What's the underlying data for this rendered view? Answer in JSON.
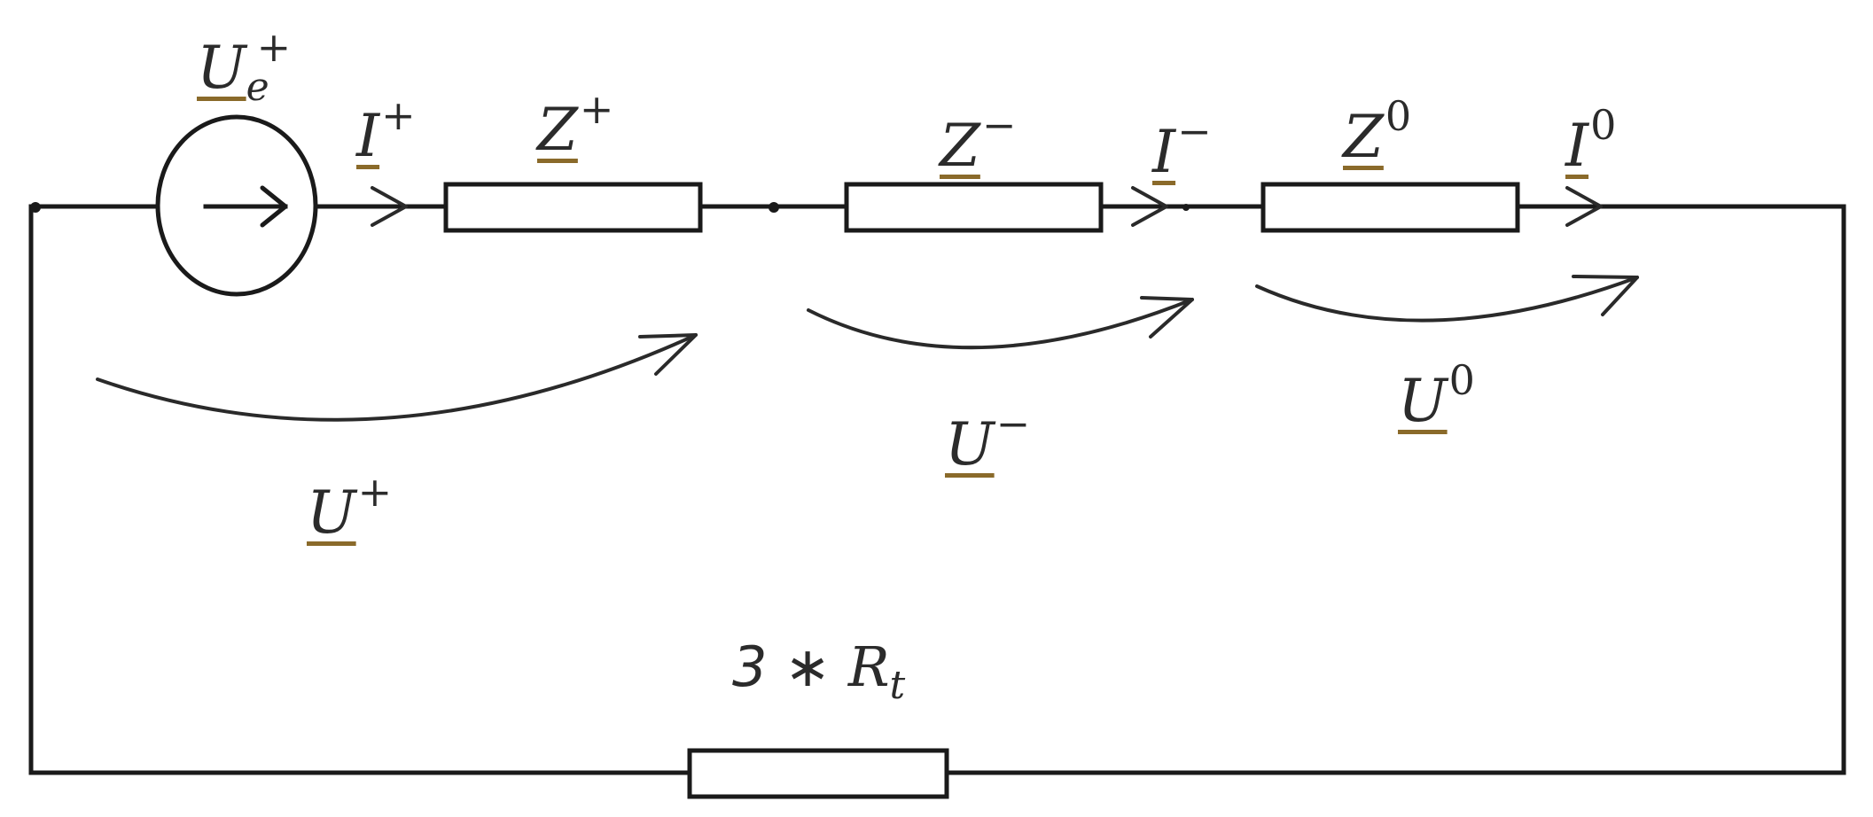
{
  "labels": {
    "source_base": "U",
    "source_sub": "e",
    "source_sup": "+",
    "i_pos_base": "I",
    "i_pos_sup": "+",
    "z_pos_base": "Z",
    "z_pos_sup": "+",
    "z_neg_base": "Z",
    "z_neg_sup": "−",
    "i_neg_base": "I",
    "i_neg_sup": "−",
    "z_zero_base": "Z",
    "z_zero_sup": "0",
    "i_zero_base": "I",
    "i_zero_sup": "0",
    "u_pos_base": "U",
    "u_pos_sup": "+",
    "u_neg_base": "U",
    "u_neg_sup": "−",
    "u_zero_base": "U",
    "u_zero_sup": "0",
    "rt_factor": "3 ∗ ",
    "rt_base": "R",
    "rt_sub": "t"
  }
}
